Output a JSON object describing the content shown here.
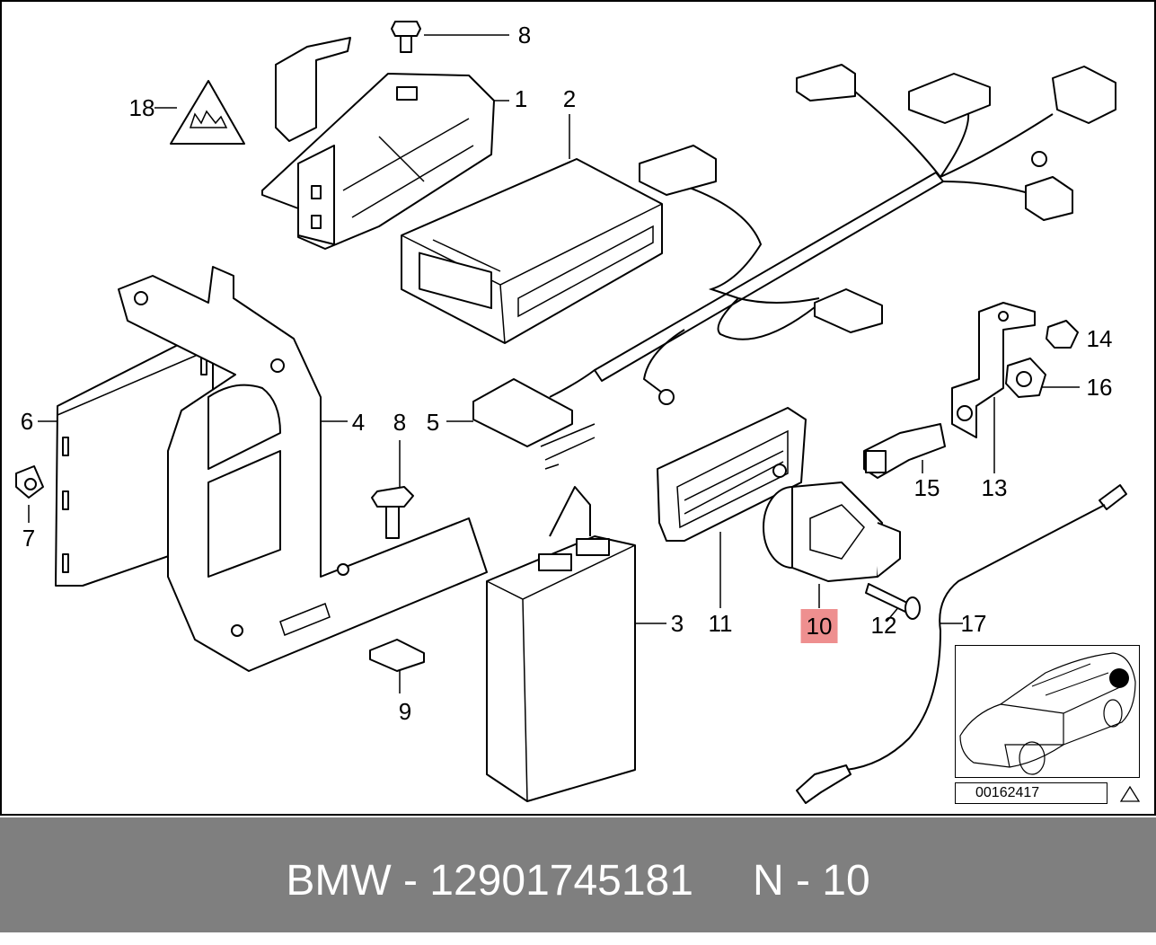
{
  "diagram": {
    "callouts": [
      {
        "id": "c1",
        "label": "1"
      },
      {
        "id": "c2",
        "label": "2"
      },
      {
        "id": "c3",
        "label": "3"
      },
      {
        "id": "c4",
        "label": "4"
      },
      {
        "id": "c5",
        "label": "5"
      },
      {
        "id": "c6",
        "label": "6"
      },
      {
        "id": "c7",
        "label": "7"
      },
      {
        "id": "c8a",
        "label": "8"
      },
      {
        "id": "c8b",
        "label": "8"
      },
      {
        "id": "c9",
        "label": "9"
      },
      {
        "id": "c10",
        "label": "10",
        "highlighted": true
      },
      {
        "id": "c11",
        "label": "11"
      },
      {
        "id": "c12",
        "label": "12"
      },
      {
        "id": "c13",
        "label": "13"
      },
      {
        "id": "c14",
        "label": "14"
      },
      {
        "id": "c15",
        "label": "15"
      },
      {
        "id": "c16",
        "label": "16"
      },
      {
        "id": "c17",
        "label": "17"
      },
      {
        "id": "c18",
        "label": "18"
      }
    ],
    "reference_number": "00162417",
    "highlight_color": "#ee8f8f"
  },
  "footer": {
    "part_text": "BMW - 12901745181",
    "position_text": "N - 10",
    "background": "#7f7f7f"
  }
}
